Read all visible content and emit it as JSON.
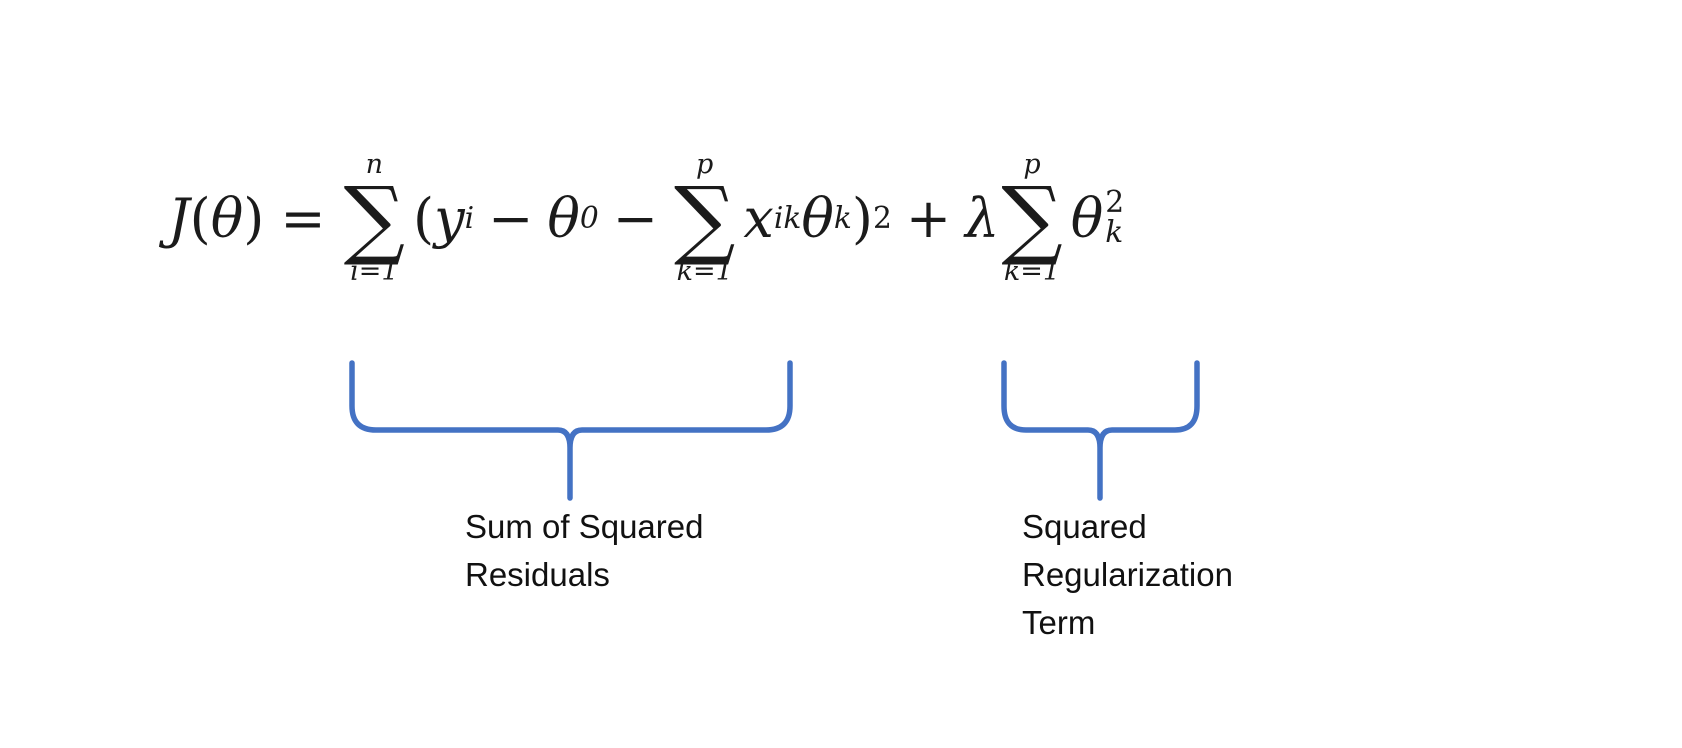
{
  "colors": {
    "brace": "#4472C4",
    "formula_text": "#1b1b1b",
    "label_text": "#111111",
    "background": "#ffffff"
  },
  "formula": {
    "lhs_function": "J",
    "lhs_open_paren": "(",
    "lhs_theta": "θ",
    "lhs_close_paren": ")",
    "equals": "=",
    "sum1": {
      "sigma": "∑",
      "upper": "n",
      "lower": "i=1"
    },
    "open_paren": "(",
    "var_y": "y",
    "sub_i": "i",
    "minus_1": "−",
    "var_theta0": "θ",
    "sub_0": "0",
    "minus_2": "−",
    "sum2": {
      "sigma": "∑",
      "upper": "p",
      "lower": "k=1"
    },
    "var_x": "x",
    "sub_ik": "ik",
    "var_theta_k": "θ",
    "sub_k": "k",
    "close_paren": ")",
    "sup_2": "2",
    "plus": "+",
    "lambda": "λ",
    "sum3": {
      "sigma": "∑",
      "upper": "p",
      "lower": "k=1"
    },
    "var_theta_last": "θ",
    "last_sup": "2",
    "last_sub": "k"
  },
  "annotations": {
    "left_label": "Sum of Squared\nResiduals",
    "right_label": "Squared\nRegularization\nTerm"
  }
}
